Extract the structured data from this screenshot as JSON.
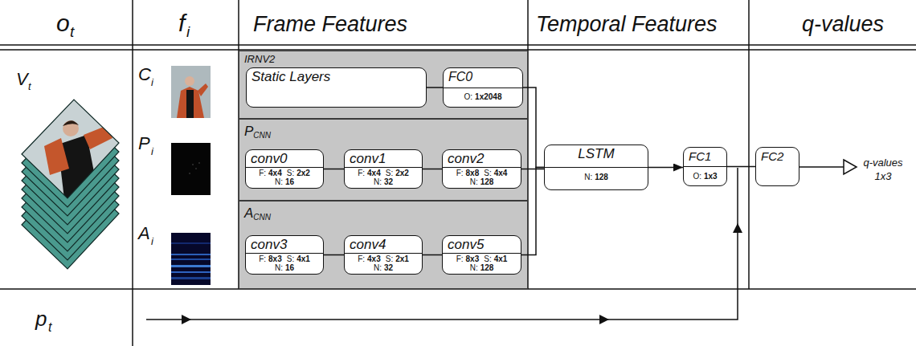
{
  "diagram": {
    "nodes": [
      {
        "text": [
          "IRNV2"
        ]
      },
      {
        "text": [
          "Static Layers"
        ],
        "in": 0
      },
      {
        "text": [
          "FC0",
          "O:",
          "1x2048"
        ],
        "in": 0
      },
      {
        "text": [
          "P",
          "CNN"
        ]
      },
      {
        "text": [
          "conv0",
          "F:",
          "4x4",
          "S:",
          "2x2",
          "N:",
          "16"
        ],
        "in": 3
      },
      {
        "text": [
          "conv1",
          "F:",
          "4x4",
          "S:",
          "2x2",
          "N:",
          "32"
        ],
        "in": 3
      },
      {
        "text": [
          "conv2",
          "F:",
          "8x8",
          "S:",
          "4x4",
          "N:",
          "128"
        ],
        "in": 3
      },
      {
        "text": [
          "A",
          "CNN"
        ]
      },
      {
        "text": [
          "conv3",
          "F:",
          "8x3",
          "S:",
          "4x1",
          "N:",
          "16"
        ],
        "in": 7
      },
      {
        "text": [
          "conv4",
          "F:",
          "4x3",
          "S:",
          "2x1",
          "N:",
          "32"
        ],
        "in": 7
      },
      {
        "text": [
          "conv5",
          "F:",
          "8x3",
          "S:",
          "4x1",
          "N:",
          "128"
        ],
        "in": 7
      },
      {
        "text": [
          "LSTM",
          "N:",
          "128"
        ]
      },
      {
        "text": [
          "FC1",
          "O:",
          "1x3"
        ]
      },
      {
        "text": [
          "FC2"
        ]
      }
    ],
    "edges": [
      {
        "from": 1,
        "to": 2,
        "arrow": "none"
      },
      {
        "from": 4,
        "to": 5,
        "arrow": "none"
      },
      {
        "from": 5,
        "to": 6,
        "arrow": "none"
      },
      {
        "from": 8,
        "to": 9,
        "arrow": "none"
      },
      {
        "from": 9,
        "to": 10,
        "arrow": "none"
      },
      {
        "from": 2,
        "to": 11,
        "arrow": "none"
      },
      {
        "from": 6,
        "to": 11,
        "arrow": "none"
      },
      {
        "from": 10,
        "to": 11,
        "arrow": "none"
      },
      {
        "from": 11,
        "to": 12,
        "arrow": "to"
      },
      {
        "from": 12,
        "to": 13,
        "arrow": "none"
      }
    ],
    "labels": [
      "o",
      "t",
      "f",
      "i",
      "Frame Features",
      "Temporal Features",
      "q-values",
      "V",
      "t",
      "C",
      "i",
      "P",
      "i",
      "A",
      "i",
      "p",
      "t",
      "q-values 1x3"
    ]
  }
}
